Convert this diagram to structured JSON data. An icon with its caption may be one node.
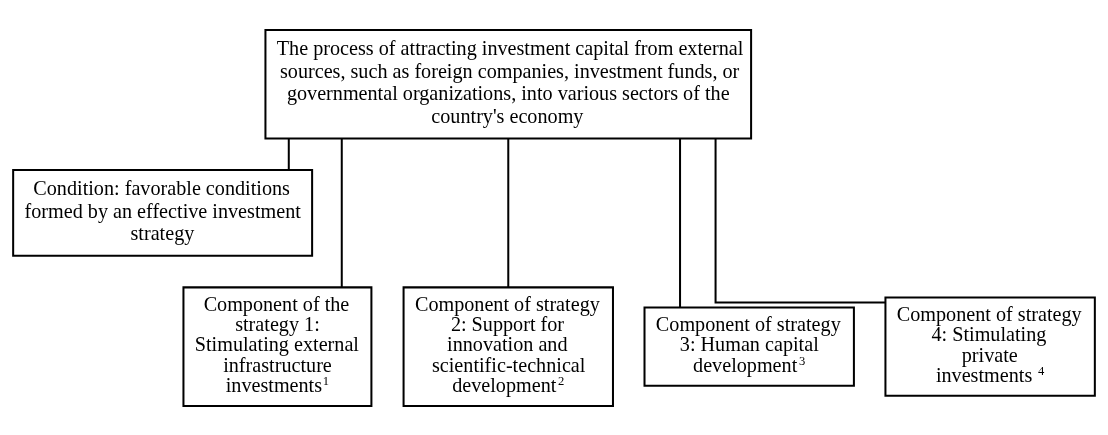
{
  "diagram": {
    "nodes": [
      {
        "text": [
          "The process of attracting investment capital from external sources, such as foreign companies, investment funds, or governmental organizations, into various sectors of the country's economy"
        ]
      },
      {
        "text": [
          "Condition: favorable conditions formed by an effective investment strategy"
        ]
      },
      {
        "text": [
          "Component of the strategy 1: Stimulating external infrastructure investments$^{1}$"
        ]
      },
      {
        "text": [
          "Component of strategy 2: Support for innovation and scientific-technical development$^{2}$"
        ]
      },
      {
        "text": [
          "Component of strategy 3: Human capital development$^{3}$"
        ]
      },
      {
        "text": [
          "Component of strategy 4: Stimulating private investments $^{4}$"
        ]
      }
    ],
    "edges": [
      {
        "from": 0,
        "to": 1,
        "arrow": "none"
      },
      {
        "from": 0,
        "to": 2,
        "arrow": "none"
      },
      {
        "from": 0,
        "to": 3,
        "arrow": "none"
      },
      {
        "from": 0,
        "to": 4,
        "arrow": "none"
      },
      {
        "from": 0,
        "to": 5,
        "arrow": "none"
      }
    ]
  }
}
